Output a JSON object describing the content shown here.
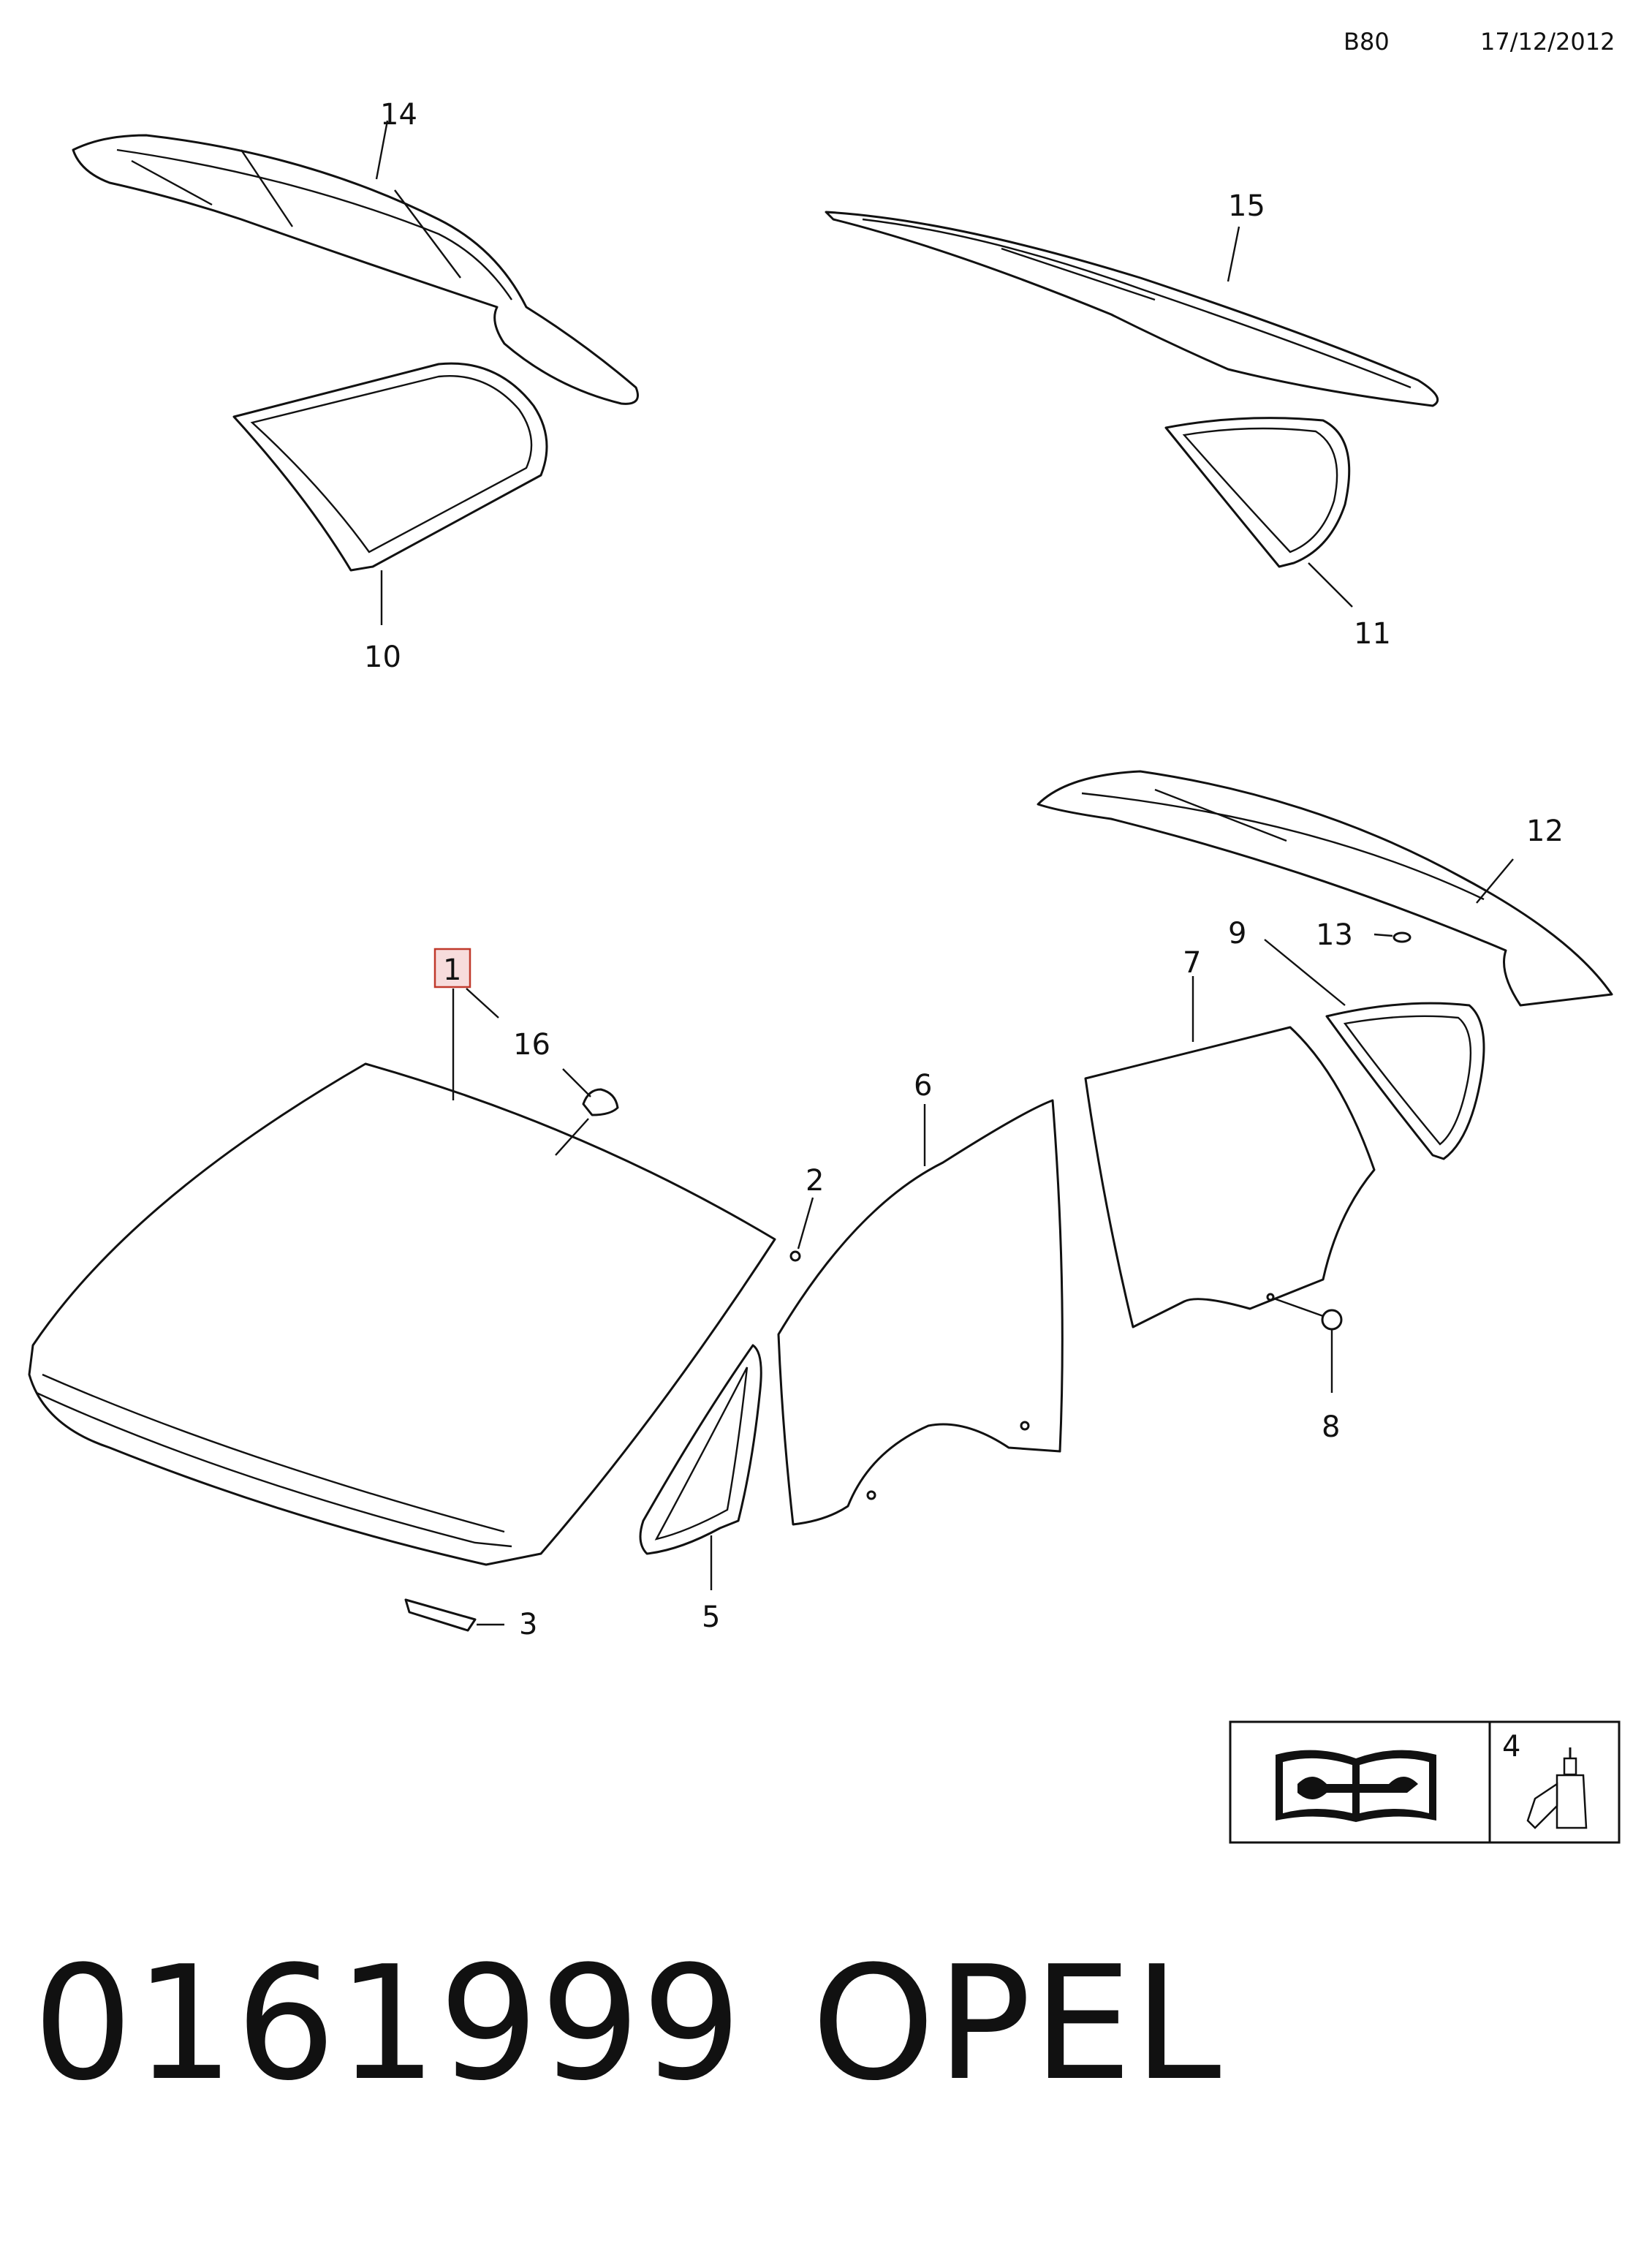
{
  "header": {
    "code": "B80",
    "date": "17/12/2012"
  },
  "callouts": [
    "14",
    "15",
    "10",
    "11",
    "12",
    "9",
    "13",
    "7",
    "1",
    "16",
    "6",
    "2",
    "8",
    "3",
    "5"
  ],
  "highlighted_callout": "1",
  "legend": {
    "number": "4"
  },
  "footer": {
    "part_number": "0161999",
    "brand": "OPEL"
  }
}
